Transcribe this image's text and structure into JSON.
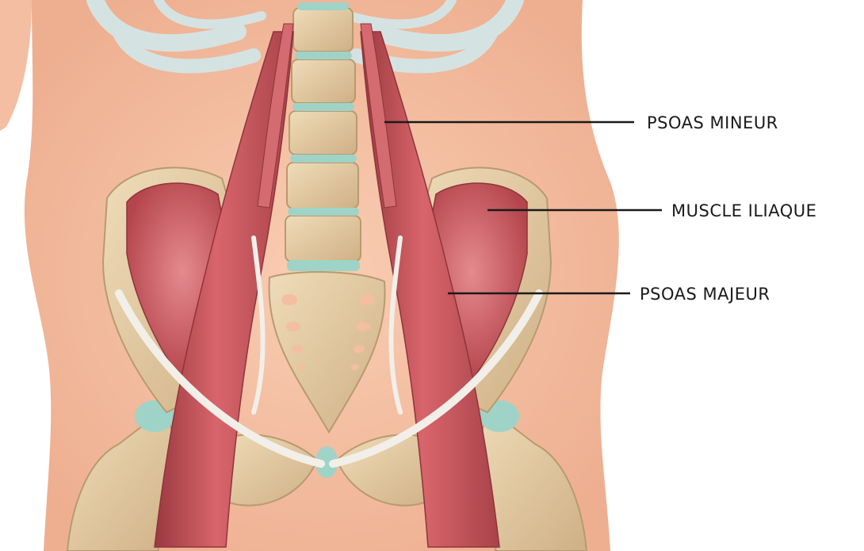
{
  "labels": {
    "psoas_mineur": "PSOAS MINEUR",
    "muscle_iliaque": "MUSCLE ILIAQUE",
    "psoas_majeur": "PSOAS MAJEUR"
  },
  "colors": {
    "skin": "#f5c4a8",
    "skin_shadow": "#e9a98c",
    "bone": "#e6cfa8",
    "bone_shadow": "#c9ad82",
    "cartilage": "#9fd3c7",
    "muscle": "#c8515a",
    "muscle_light": "#e07b80",
    "muscle_dark": "#9a3940",
    "tendon": "#f2efe9",
    "rib": "#cfe0e0",
    "leader_line": "#1a1a1a",
    "label_text": "#1a1a1a"
  }
}
